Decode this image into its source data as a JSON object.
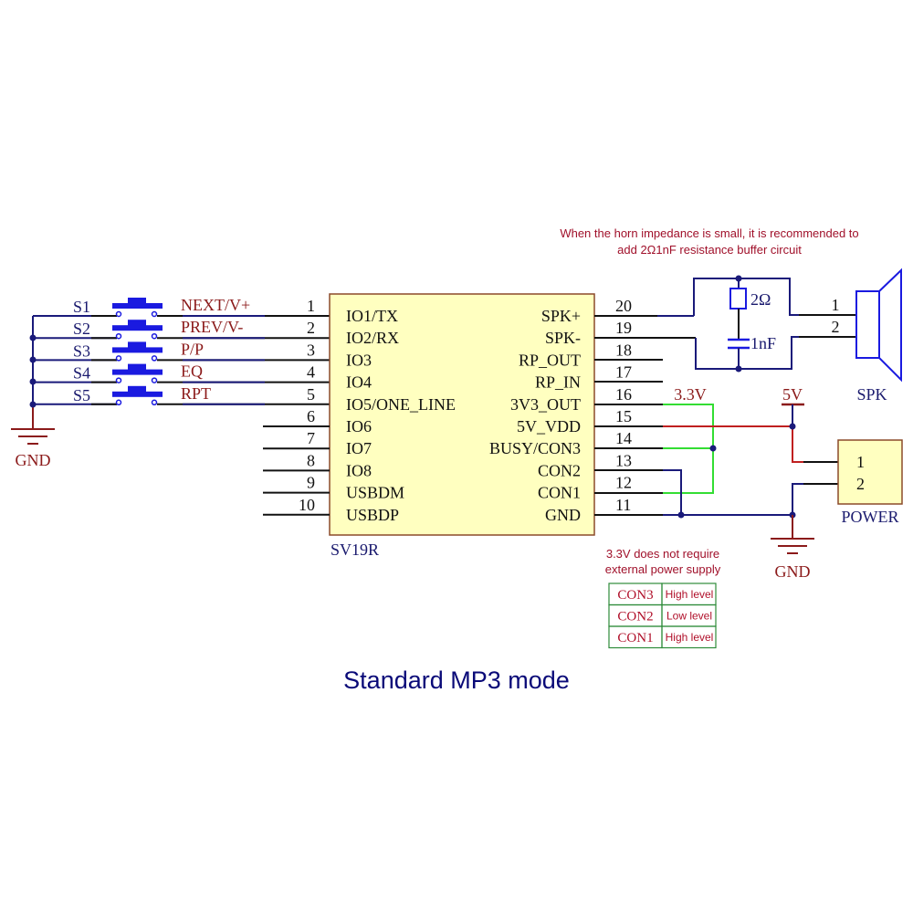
{
  "title": "Standard MP3 mode",
  "chip": {
    "name": "SV19R",
    "left_pins": [
      {
        "num": "1",
        "label": "IO1/TX"
      },
      {
        "num": "2",
        "label": "IO2/RX"
      },
      {
        "num": "3",
        "label": "IO3"
      },
      {
        "num": "4",
        "label": "IO4"
      },
      {
        "num": "5",
        "label": "IO5/ONE_LINE"
      },
      {
        "num": "6",
        "label": "IO6"
      },
      {
        "num": "7",
        "label": "IO7"
      },
      {
        "num": "8",
        "label": "IO8"
      },
      {
        "num": "9",
        "label": "USBDM"
      },
      {
        "num": "10",
        "label": "USBDP"
      }
    ],
    "right_pins": [
      {
        "num": "20",
        "label": "SPK+"
      },
      {
        "num": "19",
        "label": "SPK-"
      },
      {
        "num": "18",
        "label": "RP_OUT"
      },
      {
        "num": "17",
        "label": "RP_IN"
      },
      {
        "num": "16",
        "label": "3V3_OUT"
      },
      {
        "num": "15",
        "label": "5V_VDD"
      },
      {
        "num": "14",
        "label": "BUSY/CON3"
      },
      {
        "num": "13",
        "label": "CON2"
      },
      {
        "num": "12",
        "label": "CON1"
      },
      {
        "num": "11",
        "label": "GND"
      }
    ]
  },
  "switches": [
    {
      "ref": "S1",
      "function": "NEXT/V+"
    },
    {
      "ref": "S2",
      "function": "PREV/V-"
    },
    {
      "ref": "S3",
      "function": "P/P"
    },
    {
      "ref": "S4",
      "function": "EQ"
    },
    {
      "ref": "S5",
      "function": "RPT"
    }
  ],
  "gnd_left": "GND",
  "gnd_right": "GND",
  "net_3v3": "3.3V",
  "net_5v": "5V",
  "buffer": {
    "resistor": "2Ω",
    "capacitor": "1nF"
  },
  "speaker": {
    "name": "SPK",
    "pins": [
      "1",
      "2"
    ]
  },
  "power": {
    "name": "POWER",
    "pins": [
      "1",
      "2"
    ]
  },
  "notes": {
    "horn_line1": "When the horn impedance is small, it is recommended to",
    "horn_line2": "add 2Ω1nF resistance buffer circuit",
    "power_line1": "3.3V does not require",
    "power_line2": "external power supply"
  },
  "con_table": [
    {
      "pin": "CON3",
      "level": "High level"
    },
    {
      "pin": "CON2",
      "level": "Low level"
    },
    {
      "pin": "CON1",
      "level": "High level"
    }
  ],
  "colors": {
    "chip_fill": "#ffffc0",
    "chip_border": "#8b4a2a",
    "wire_black": "#111111",
    "wire_blue": "#1a1a7a",
    "wire_green": "#33dd33",
    "wire_red": "#c02020",
    "switch_blue": "#1a1ae0",
    "gnd_red": "#8b1a1a",
    "table_green": "#2e8b3a"
  }
}
